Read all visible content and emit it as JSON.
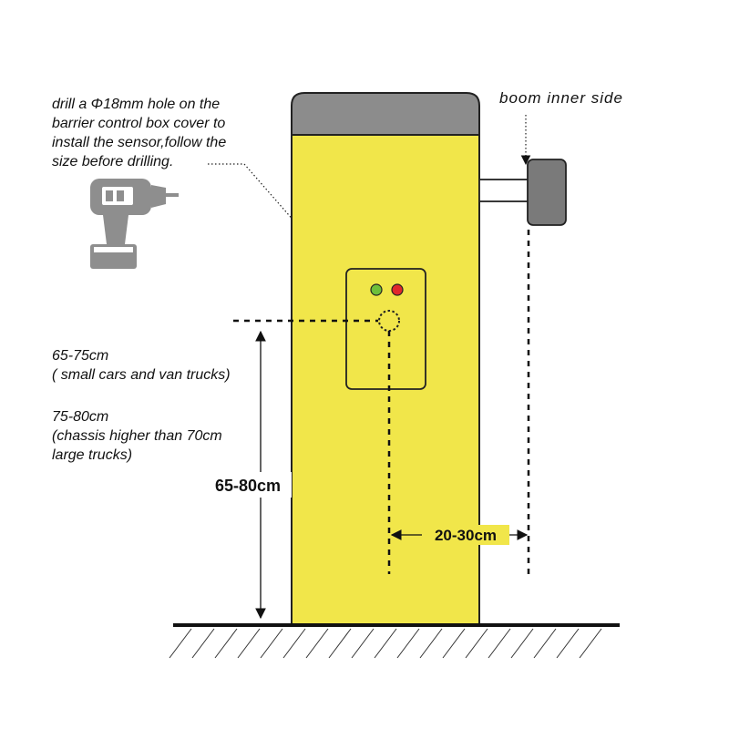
{
  "instruction": {
    "lines": [
      "drill a Φ18mm hole on the",
      "barrier control box cover to",
      "install the sensor,follow the",
      "size before drilling."
    ]
  },
  "boom_label": "boom inner side",
  "height_note": {
    "small": [
      "65-75cm",
      "( small cars and van trucks)"
    ],
    "large": [
      "75-80cm",
      "(chassis higher than 70cm",
      "large trucks)"
    ]
  },
  "dimensions": {
    "height": "65-80cm",
    "offset": "20-30cm"
  },
  "colors": {
    "cabinet": "#f1e64a",
    "cap": "#8c8c8c",
    "boom_head": "#7a7a7a",
    "led_green": "#6fbf3a",
    "led_red": "#e0282c",
    "drill": "#8e8e8e"
  },
  "icons": [
    "drill-icon"
  ]
}
